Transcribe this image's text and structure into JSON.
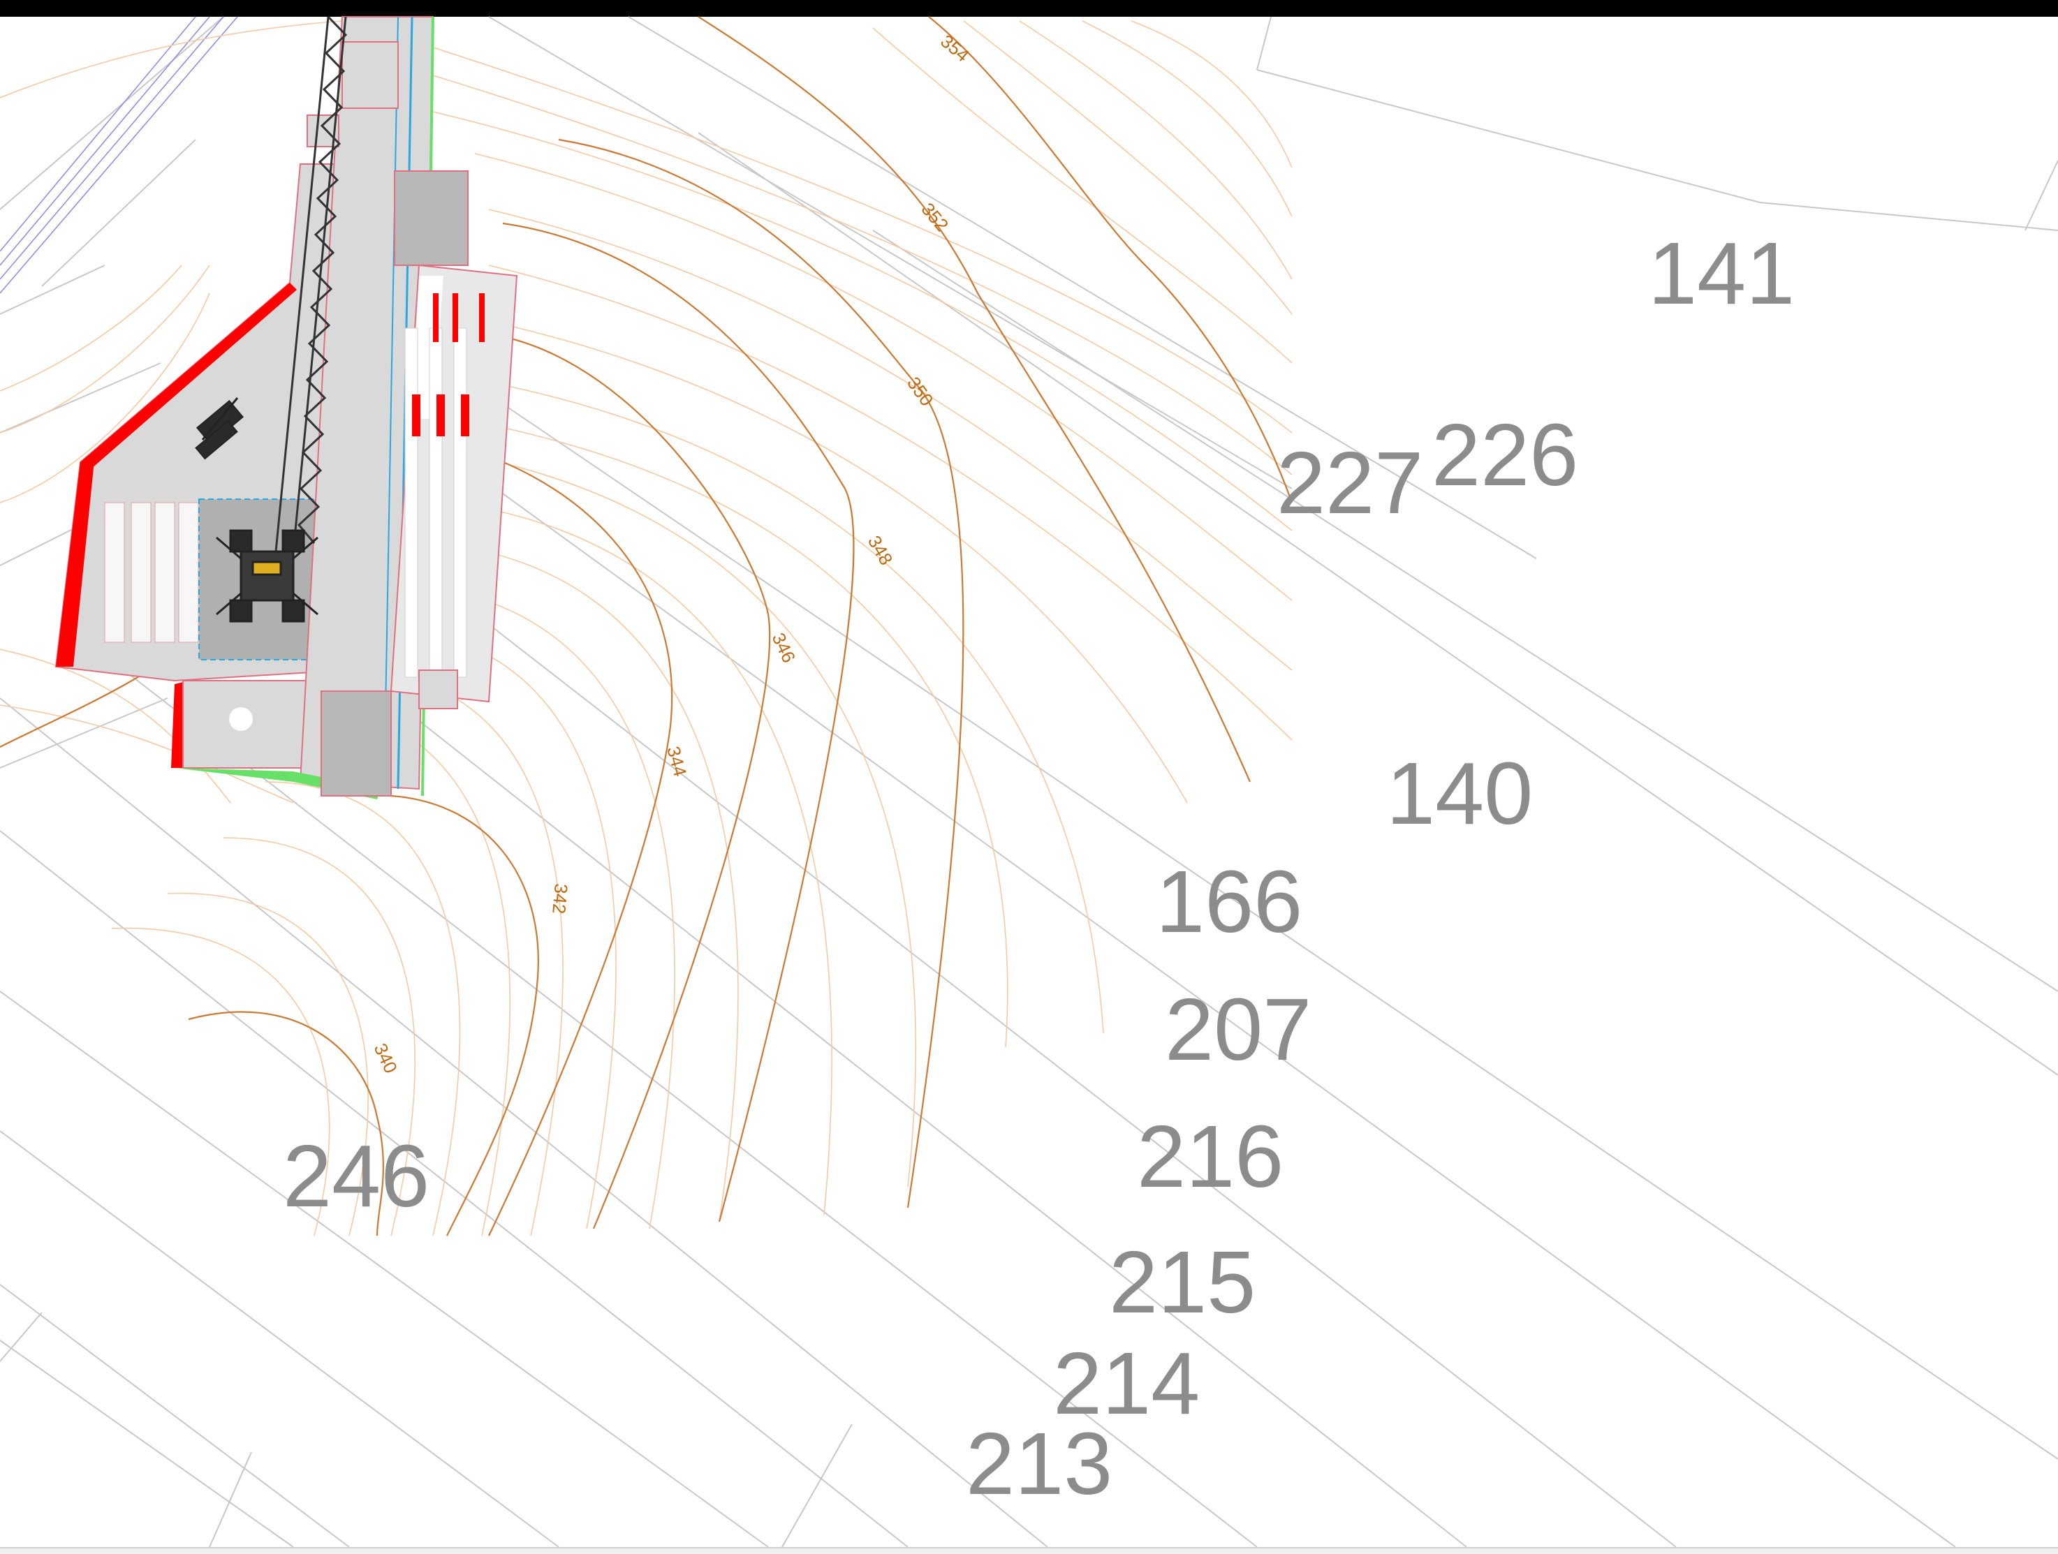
{
  "colors": {
    "background": "#ffffff",
    "parcel_line": "#c8c8c8",
    "parcel_label": "#8c8c8c",
    "contour_major": "#cc7a33",
    "contour_minor": "#f7c9a3",
    "site_pad": "#d9d9d9",
    "site_outline": "#e07080",
    "retaining_wall": "#ff0000",
    "access_road_edge": "#66e066",
    "utility_line": "#29a8e0",
    "crane_boom": "#333333",
    "powerline": "#8a8ae6"
  },
  "parcels": [
    "141",
    "227",
    "226",
    "140",
    "166",
    "207",
    "216",
    "215",
    "214",
    "213",
    "246"
  ],
  "contour_labels": [
    "354",
    "352",
    "350",
    "348",
    "346",
    "344",
    "342",
    "340"
  ],
  "icons": {
    "crane": "crawler-crane-icon",
    "tower_segment": "tower-section-icon",
    "turntable": "circular-pad-icon"
  }
}
